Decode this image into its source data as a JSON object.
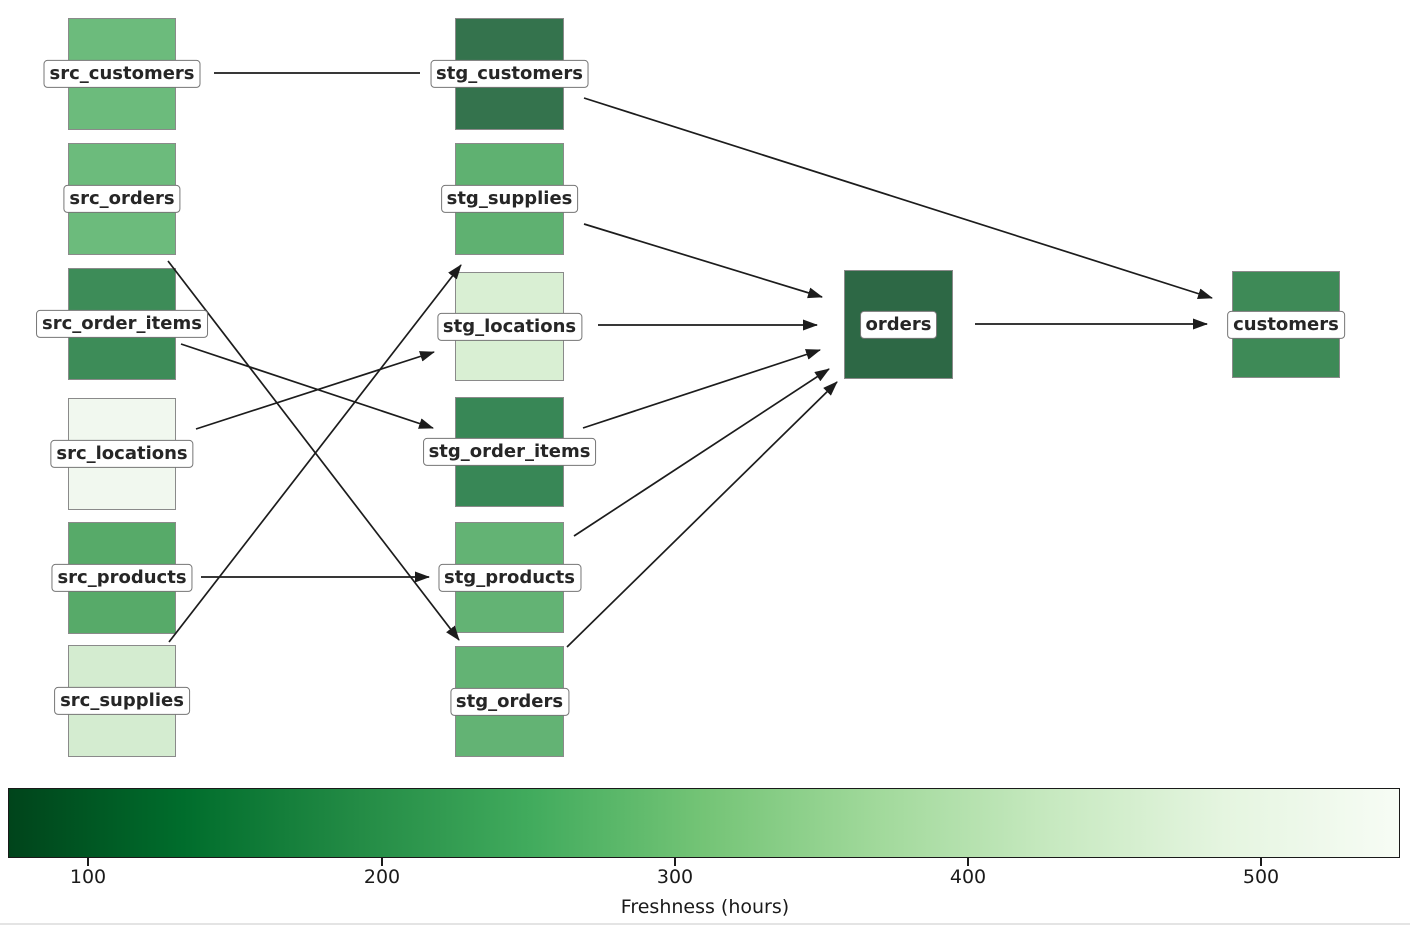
{
  "figure": {
    "background": "#ffffff",
    "edge_color": "#1c1c1c"
  },
  "diagram": {
    "type": "data-lineage-dag",
    "nodes": [
      {
        "id": "src_customers",
        "label": "src_customers",
        "color": "#6cbb7c"
      },
      {
        "id": "src_orders",
        "label": "src_orders",
        "color": "#6cbb7c"
      },
      {
        "id": "src_order_items",
        "label": "src_order_items",
        "color": "#3d8c58"
      },
      {
        "id": "src_locations",
        "label": "src_locations",
        "color": "#f1f8ef"
      },
      {
        "id": "src_products",
        "label": "src_products",
        "color": "#57aa69"
      },
      {
        "id": "src_supplies",
        "label": "src_supplies",
        "color": "#d4ecd0"
      },
      {
        "id": "stg_customers",
        "label": "stg_customers",
        "color": "#34734d"
      },
      {
        "id": "stg_supplies",
        "label": "stg_supplies",
        "color": "#5fb171"
      },
      {
        "id": "stg_locations",
        "label": "stg_locations",
        "color": "#d9efd3"
      },
      {
        "id": "stg_order_items",
        "label": "stg_order_items",
        "color": "#388756"
      },
      {
        "id": "stg_products",
        "label": "stg_products",
        "color": "#63b374"
      },
      {
        "id": "stg_orders",
        "label": "stg_orders",
        "color": "#63b374"
      },
      {
        "id": "orders",
        "label": "orders",
        "color": "#2d6845"
      },
      {
        "id": "customers",
        "label": "customers",
        "color": "#3e8a57"
      }
    ],
    "edges": [
      {
        "from": "src_customers",
        "to": "stg_customers",
        "arrow": false
      },
      {
        "from": "src_orders",
        "to": "stg_orders",
        "arrow": true
      },
      {
        "from": "src_order_items",
        "to": "stg_order_items",
        "arrow": true
      },
      {
        "from": "src_locations",
        "to": "stg_locations",
        "arrow": true
      },
      {
        "from": "src_products",
        "to": "stg_products",
        "arrow": true
      },
      {
        "from": "src_supplies",
        "to": "stg_supplies",
        "arrow": true
      },
      {
        "from": "stg_customers",
        "to": "customers",
        "arrow": true
      },
      {
        "from": "stg_supplies",
        "to": "orders",
        "arrow": true
      },
      {
        "from": "stg_locations",
        "to": "orders",
        "arrow": true
      },
      {
        "from": "stg_order_items",
        "to": "orders",
        "arrow": true
      },
      {
        "from": "stg_products",
        "to": "orders",
        "arrow": true
      },
      {
        "from": "stg_orders",
        "to": "orders",
        "arrow": true
      },
      {
        "from": "orders",
        "to": "customers",
        "arrow": true
      }
    ]
  },
  "colorbar": {
    "label": "Freshness (hours)",
    "ticks": [
      "100",
      "200",
      "300",
      "400",
      "500"
    ],
    "gradient": [
      "#00441b",
      "#006d2c",
      "#238b45",
      "#41ab5d",
      "#74c476",
      "#a1d99b",
      "#c7e9c0",
      "#e5f5e0",
      "#f7fcf5"
    ]
  }
}
